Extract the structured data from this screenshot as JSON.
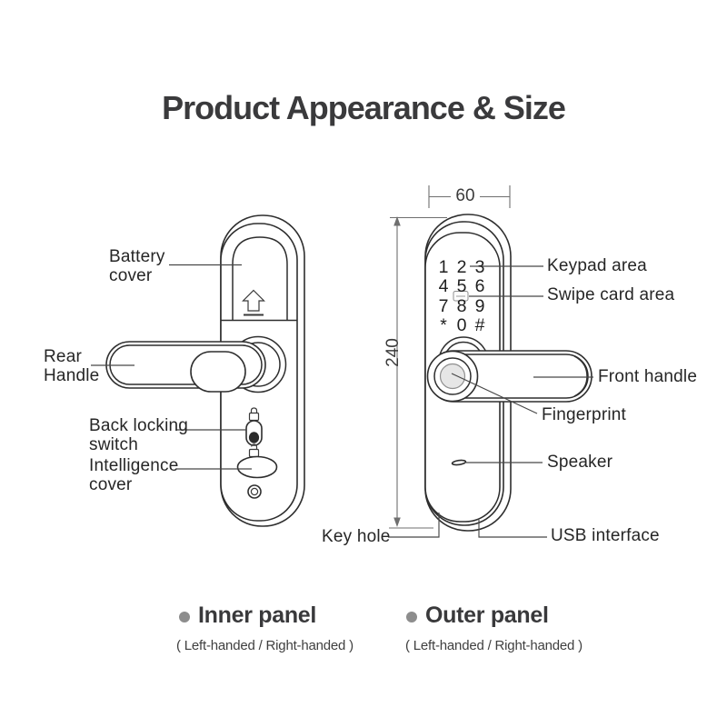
{
  "title": "Product Appearance & Size",
  "dimensions": {
    "width": "60",
    "height": "240"
  },
  "inner_panel": {
    "heading": "Inner panel",
    "handedness": "( Left-handed / Right-handed )",
    "labels": {
      "battery_cover": [
        "Battery",
        "cover"
      ],
      "rear_handle": [
        "Rear",
        "Handle"
      ],
      "back_locking_switch": [
        "Back locking",
        "switch"
      ],
      "intelligence_cover": [
        "Intelligence",
        "cover"
      ]
    }
  },
  "outer_panel": {
    "heading": "Outer panel",
    "handedness": "( Left-handed / Right-handed )",
    "labels": {
      "keypad_area": "Keypad area",
      "swipe_card_area": "Swipe card area",
      "front_handle": "Front handle",
      "fingerprint": "Fingerprint",
      "speaker": "Speaker",
      "key_hole": "Key hole",
      "usb_interface": "USB interface"
    },
    "keypad": [
      [
        "1",
        "2",
        "3"
      ],
      [
        "4",
        "5",
        "6"
      ],
      [
        "7",
        "8",
        "9"
      ],
      [
        "*",
        "0",
        "#"
      ]
    ]
  },
  "icons": {
    "battery_arrow": "up-arrow",
    "lock_closed": "padlock-locked",
    "lock_open": "padlock-unlocked",
    "swipe_card": "rfid-card",
    "fingerprint_sensor": "fingerprint-circles",
    "speaker_slot": "speaker-slit",
    "screw": "screw-hole",
    "legend_bullet": "gray-dot"
  },
  "colors": {
    "background": "#ffffff",
    "line_art": "#2e2e2e",
    "leader_line": "#474747",
    "dimension_line": "#6f6f6f",
    "title_text": "#3a3a3c",
    "bullet": "#8d8d8d"
  }
}
